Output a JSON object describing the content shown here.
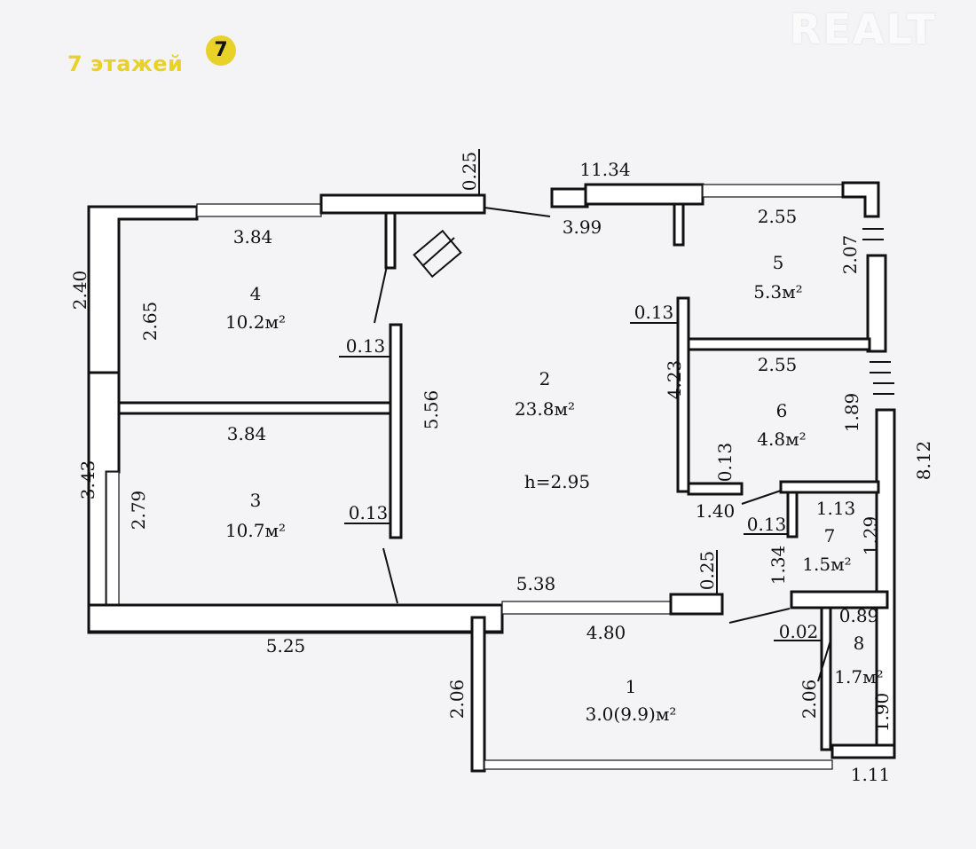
{
  "badge": {
    "floors_text": "7 этажей",
    "logo_digit": "7",
    "color": "#e8d22a"
  },
  "watermark": "REALT",
  "rooms": {
    "r1": {
      "num": "1",
      "area": "3.0(9.9)м²"
    },
    "r2": {
      "num": "2",
      "area": "23.8м²",
      "height": "h=2.95"
    },
    "r3": {
      "num": "3",
      "area": "10.7м²"
    },
    "r4": {
      "num": "4",
      "area": "10.2м²"
    },
    "r5": {
      "num": "5",
      "area": "5.3м²"
    },
    "r6": {
      "num": "6",
      "area": "4.8м²"
    },
    "r7": {
      "num": "7",
      "area": "1.5м²"
    },
    "r8": {
      "num": "8",
      "area": "1.7м²"
    }
  },
  "dims": {
    "top_0_25": "0.25",
    "top_11_34": "11.34",
    "top_3_84": "3.84",
    "top_3_99": "3.99",
    "top_2_55": "2.55",
    "right_2_07": "2.07",
    "left_2_40": "2.40",
    "r4_2_65": "2.65",
    "wall_0_13_a": "0.13",
    "r2_5_56": "5.56",
    "r3_3_84": "3.84",
    "left_3_43": "3.43",
    "r3_2_79": "2.79",
    "wall_0_13_b": "0.13",
    "mid_0_13": "0.13",
    "mid_4_23": "4.23",
    "r6_2_55": "2.55",
    "r6_1_89": "1.89",
    "right_8_12": "8.12",
    "r6_0_13": "0.13",
    "r6_1_40": "1.40",
    "r7_0_13": "0.13",
    "r7_1_13": "1.13",
    "r7_1_29": "1.29",
    "r7_1_34": "1.34",
    "bottom_5_38": "5.38",
    "bottom_0_25": "0.25",
    "bottom_5_25": "5.25",
    "r1_4_80": "4.80",
    "r1_2_06": "2.06",
    "r8_0_89": "0.89",
    "r8_0_02": "0.02",
    "r8_2_06": "2.06",
    "r8_1_90": "1.90",
    "bottom_1_11": "1.11"
  }
}
